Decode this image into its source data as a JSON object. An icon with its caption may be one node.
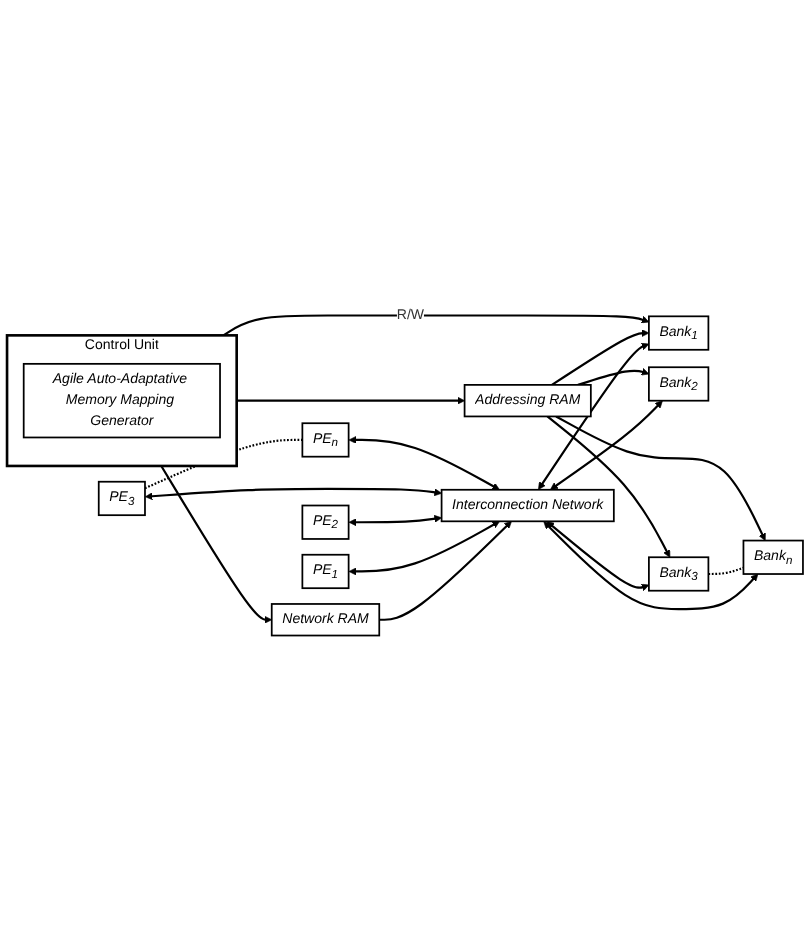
{
  "diagram": {
    "nodes": [
      {
        "text": [
          "Control Unit"
        ]
      },
      {
        "text": [
          "Agile Auto-Adaptative Memory Mapping Generator"
        ],
        "in": 0
      },
      {
        "text": [
          "Network RAM"
        ]
      },
      {
        "text": [
          "PE$_{1}$"
        ]
      },
      {
        "text": [
          "PE$_{2}$"
        ]
      },
      {
        "text": [
          "PE$_{3}$"
        ]
      },
      {
        "text": [
          "PE$_{n}$"
        ]
      },
      {
        "text": [
          "Interconnection Network"
        ]
      },
      {
        "text": [
          "Bank$_{1}$"
        ]
      },
      {
        "text": [
          "Bank$_{2}$"
        ]
      },
      {
        "text": [
          "Bank$_{3}$"
        ]
      },
      {
        "text": [
          "Bank$_{n}$"
        ]
      },
      {
        "text": [
          "Addressing RAM"
        ]
      }
    ],
    "edges": [
      {
        "from": 0,
        "to": 2,
        "arrow": "to"
      },
      {
        "from": 2,
        "to": 7,
        "arrow": "to"
      },
      {
        "from": 0,
        "to": 8,
        "arrow": "to",
        "label": "R/W"
      },
      {
        "from": 0,
        "to": 12,
        "arrow": "to"
      },
      {
        "from": 3,
        "to": 7,
        "arrow": "both"
      },
      {
        "from": 4,
        "to": 7,
        "arrow": "both"
      },
      {
        "from": 5,
        "to": 7,
        "arrow": "both"
      },
      {
        "from": 6,
        "to": 7,
        "arrow": "both"
      },
      {
        "from": 5,
        "to": 6,
        "arrow": "none",
        "style": "dashed"
      },
      {
        "from": 7,
        "to": 8,
        "arrow": "both"
      },
      {
        "from": 7,
        "to": 9,
        "arrow": "both"
      },
      {
        "from": 7,
        "to": 10,
        "arrow": "both"
      },
      {
        "from": 7,
        "to": 11,
        "arrow": "both"
      },
      {
        "from": 10,
        "to": 11,
        "arrow": "none",
        "style": "dashed"
      },
      {
        "from": 12,
        "to": 8,
        "arrow": "to"
      },
      {
        "from": 12,
        "to": 9,
        "arrow": "to"
      },
      {
        "from": 12,
        "to": 10,
        "arrow": "to"
      },
      {
        "from": 12,
        "to": 11,
        "arrow": "to"
      }
    ]
  }
}
